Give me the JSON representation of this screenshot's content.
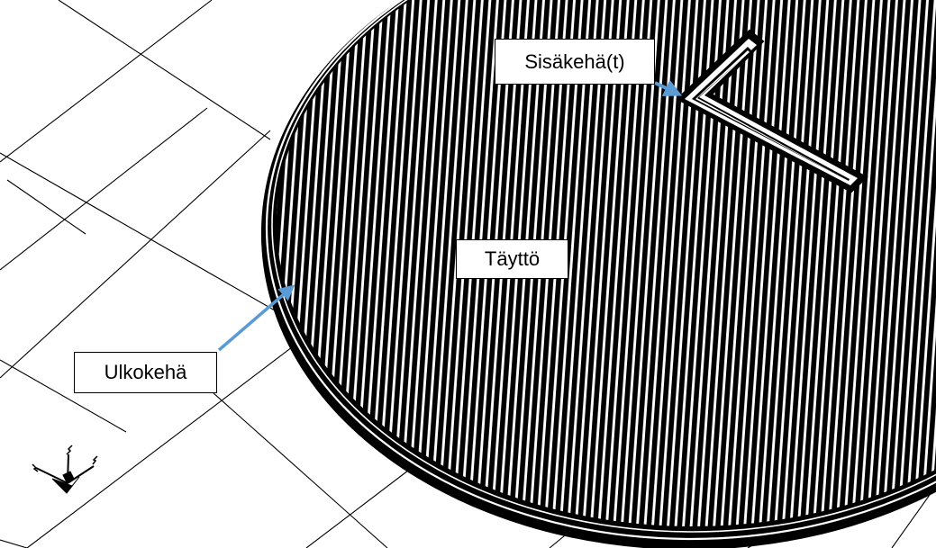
{
  "labels": {
    "inner_perimeter": "Sisäkehä(t)",
    "infill": "Täyttö",
    "outer_perimeter": "Ulkokehä"
  },
  "colors": {
    "background": "#ffffff",
    "grid_line": "#000000",
    "print_layer": "#000000",
    "arrow": "#5b9bd5"
  },
  "icons": {
    "axis_triad": "axis-triad-icon"
  }
}
